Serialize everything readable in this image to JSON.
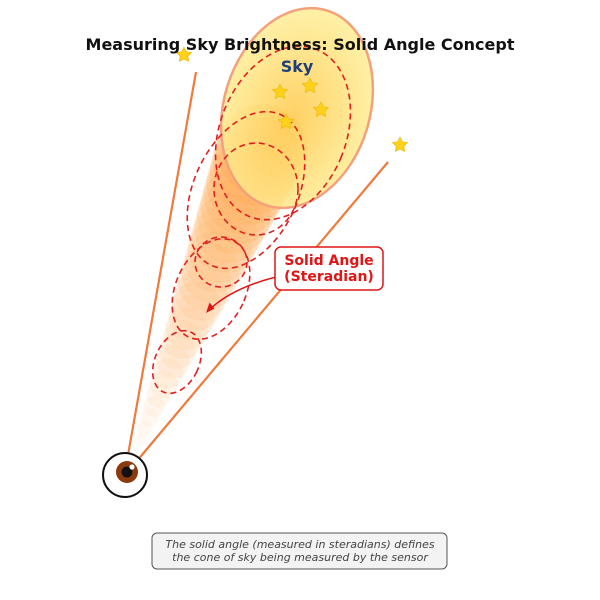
{
  "title": "Measuring Sky Brightness: Solid Angle Concept",
  "sky_label": "Sky",
  "callout": {
    "line1": "Solid Angle",
    "line2": "(Steradian)"
  },
  "caption": {
    "line1": "The solid angle (measured in steradians) defines",
    "line2": "the cone of sky being measured by the sensor"
  },
  "colors": {
    "cone_lines": "#f07a3c",
    "sky_fill": "#ffd95a",
    "sky_edge": "#f4a07a",
    "dashed": "#e02020",
    "star": "#ffd11a",
    "eye_iris": "#8b3a0e",
    "callout_border": "#e01515"
  },
  "icons": [
    "eye-icon",
    "star-icon"
  ]
}
